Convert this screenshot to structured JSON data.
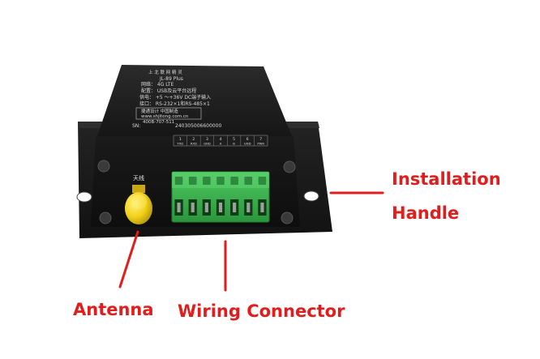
{
  "labels": {
    "antenna": "Antenna",
    "wiring_connector": "Wiring Connector",
    "installation_line1": "Installation",
    "installation_line2": "Handle"
  },
  "device": {
    "brand_line1": "上 北 联 网 精 灵",
    "model": "JL-89 Plus",
    "spec_network": "网络： 4G LTE",
    "spec_config": "配置： USB及云平台远程",
    "spec_power": "供电： +5 ～+36V  DC端子输入",
    "spec_port": "接口： RS-232×1和RS-485×1",
    "slogan": "捷通设计   中国制造",
    "website": "www.shjitong.com.cn",
    "hotline": "400B-707-511",
    "serial_label": "SN:",
    "serial_number": "240305006600000",
    "antenna_text": "天线",
    "pin_numbers": [
      "1",
      "2",
      "3",
      "4",
      "5",
      "6",
      "7"
    ],
    "pin_names": [
      "TXD",
      "RXD",
      "GND",
      "A",
      "B",
      "GND",
      "PWR"
    ]
  },
  "colors": {
    "annotation": "#e11d1d",
    "device_body": "#1c1c1c",
    "connector": "#36b04a",
    "antenna": "#f2d11b"
  }
}
